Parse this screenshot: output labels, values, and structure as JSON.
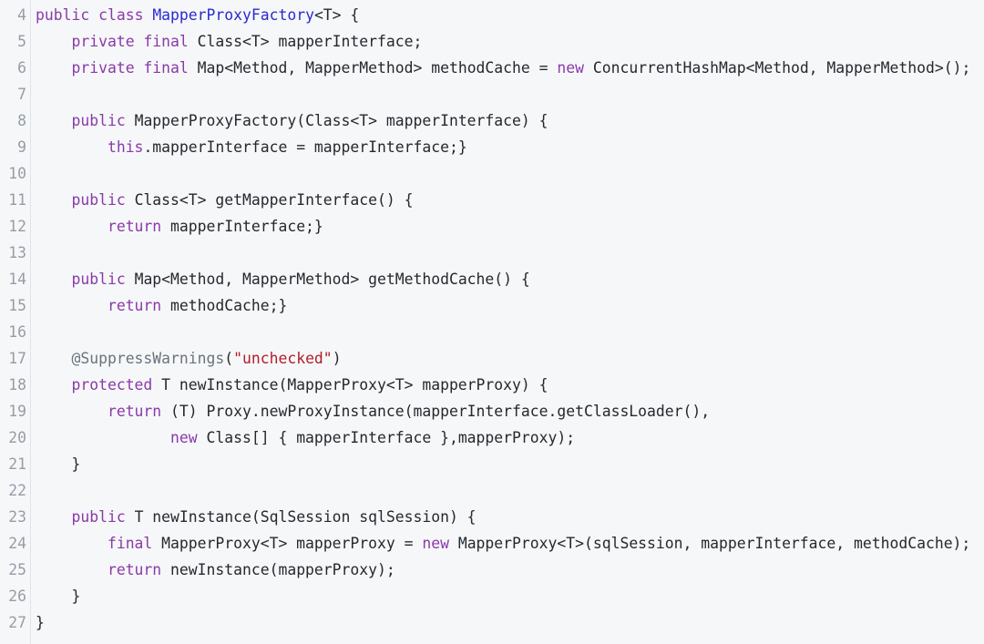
{
  "colors": {
    "background": "#f6f7f9",
    "line_number": "#959da5",
    "keyword": "#8a3aa8",
    "type_name": "#2a2ad0",
    "string": "#b31d28",
    "annotation": "#6a737d",
    "text": "#24292e"
  },
  "code_lines": [
    {
      "number": "4",
      "tokens": [
        {
          "t": "kw",
          "v": "public"
        },
        {
          "t": "plain",
          "v": " "
        },
        {
          "t": "kw",
          "v": "class"
        },
        {
          "t": "plain",
          "v": " "
        },
        {
          "t": "type-name",
          "v": "MapperProxyFactory"
        },
        {
          "t": "plain",
          "v": "<T> {"
        }
      ]
    },
    {
      "number": "5",
      "tokens": [
        {
          "t": "plain",
          "v": "    "
        },
        {
          "t": "kw",
          "v": "private"
        },
        {
          "t": "plain",
          "v": " "
        },
        {
          "t": "kw",
          "v": "final"
        },
        {
          "t": "plain",
          "v": " Class<T> mapperInterface;"
        }
      ]
    },
    {
      "number": "6",
      "tokens": [
        {
          "t": "plain",
          "v": "    "
        },
        {
          "t": "kw",
          "v": "private"
        },
        {
          "t": "plain",
          "v": " "
        },
        {
          "t": "kw",
          "v": "final"
        },
        {
          "t": "plain",
          "v": " Map<Method, MapperMethod> methodCache = "
        },
        {
          "t": "kw",
          "v": "new"
        },
        {
          "t": "plain",
          "v": " ConcurrentHashMap<Method, MapperMethod>();"
        }
      ]
    },
    {
      "number": "7",
      "tokens": []
    },
    {
      "number": "8",
      "tokens": [
        {
          "t": "plain",
          "v": "    "
        },
        {
          "t": "kw",
          "v": "public"
        },
        {
          "t": "plain",
          "v": " MapperProxyFactory(Class<T> mapperInterface) {"
        }
      ]
    },
    {
      "number": "9",
      "tokens": [
        {
          "t": "plain",
          "v": "        "
        },
        {
          "t": "kw",
          "v": "this"
        },
        {
          "t": "plain",
          "v": ".mapperInterface = mapperInterface;}"
        }
      ]
    },
    {
      "number": "10",
      "tokens": []
    },
    {
      "number": "11",
      "tokens": [
        {
          "t": "plain",
          "v": "    "
        },
        {
          "t": "kw",
          "v": "public"
        },
        {
          "t": "plain",
          "v": " Class<T> getMapperInterface() {"
        }
      ]
    },
    {
      "number": "12",
      "tokens": [
        {
          "t": "plain",
          "v": "        "
        },
        {
          "t": "kw",
          "v": "return"
        },
        {
          "t": "plain",
          "v": " mapperInterface;}"
        }
      ]
    },
    {
      "number": "13",
      "tokens": []
    },
    {
      "number": "14",
      "tokens": [
        {
          "t": "plain",
          "v": "    "
        },
        {
          "t": "kw",
          "v": "public"
        },
        {
          "t": "plain",
          "v": " Map<Method, MapperMethod> getMethodCache() {"
        }
      ]
    },
    {
      "number": "15",
      "tokens": [
        {
          "t": "plain",
          "v": "        "
        },
        {
          "t": "kw",
          "v": "return"
        },
        {
          "t": "plain",
          "v": " methodCache;}"
        }
      ]
    },
    {
      "number": "16",
      "tokens": []
    },
    {
      "number": "17",
      "tokens": [
        {
          "t": "plain",
          "v": "    "
        },
        {
          "t": "annotation",
          "v": "@SuppressWarnings"
        },
        {
          "t": "plain",
          "v": "("
        },
        {
          "t": "string",
          "v": "\"unchecked\""
        },
        {
          "t": "plain",
          "v": ")"
        }
      ]
    },
    {
      "number": "18",
      "tokens": [
        {
          "t": "plain",
          "v": "    "
        },
        {
          "t": "kw",
          "v": "protected"
        },
        {
          "t": "plain",
          "v": " T newInstance(MapperProxy<T> mapperProxy) {"
        }
      ]
    },
    {
      "number": "19",
      "tokens": [
        {
          "t": "plain",
          "v": "        "
        },
        {
          "t": "kw",
          "v": "return"
        },
        {
          "t": "plain",
          "v": " (T) Proxy.newProxyInstance(mapperInterface.getClassLoader(),"
        }
      ]
    },
    {
      "number": "20",
      "tokens": [
        {
          "t": "plain",
          "v": "               "
        },
        {
          "t": "kw",
          "v": "new"
        },
        {
          "t": "plain",
          "v": " Class[] { mapperInterface },mapperProxy);"
        }
      ]
    },
    {
      "number": "21",
      "tokens": [
        {
          "t": "plain",
          "v": "    }"
        }
      ]
    },
    {
      "number": "22",
      "tokens": []
    },
    {
      "number": "23",
      "tokens": [
        {
          "t": "plain",
          "v": "    "
        },
        {
          "t": "kw",
          "v": "public"
        },
        {
          "t": "plain",
          "v": " T newInstance(SqlSession sqlSession) {"
        }
      ]
    },
    {
      "number": "24",
      "tokens": [
        {
          "t": "plain",
          "v": "        "
        },
        {
          "t": "kw",
          "v": "final"
        },
        {
          "t": "plain",
          "v": " MapperProxy<T> mapperProxy = "
        },
        {
          "t": "kw",
          "v": "new"
        },
        {
          "t": "plain",
          "v": " MapperProxy<T>(sqlSession, mapperInterface, methodCache);"
        }
      ]
    },
    {
      "number": "25",
      "tokens": [
        {
          "t": "plain",
          "v": "        "
        },
        {
          "t": "kw",
          "v": "return"
        },
        {
          "t": "plain",
          "v": " newInstance(mapperProxy);"
        }
      ]
    },
    {
      "number": "26",
      "tokens": [
        {
          "t": "plain",
          "v": "    }"
        }
      ]
    },
    {
      "number": "27",
      "tokens": [
        {
          "t": "plain",
          "v": "}"
        }
      ]
    }
  ]
}
